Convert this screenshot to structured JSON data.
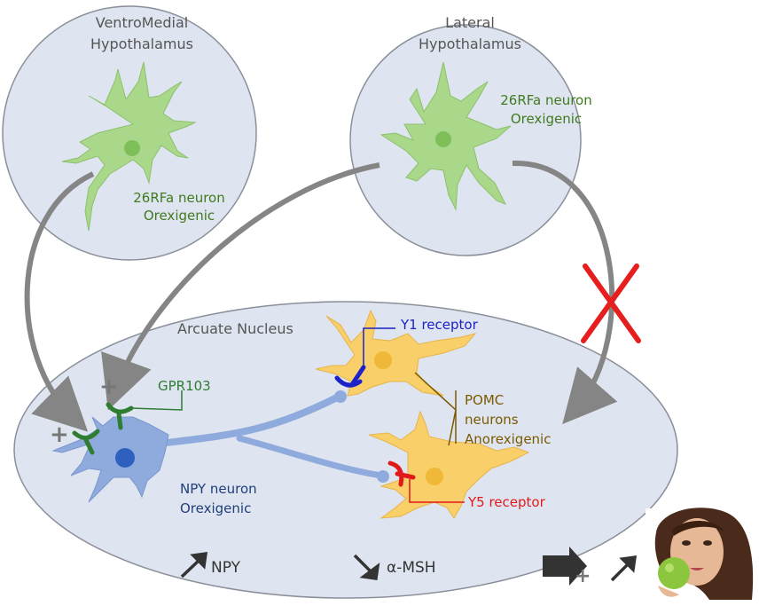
{
  "regions": {
    "vmh_line1": "VentroMedial",
    "vmh_line2": "Hypothalamus",
    "lh_line1": "Lateral",
    "lh_line2": "Hypothalamus",
    "arcuate": "Arcuate Nucleus"
  },
  "neurons": {
    "vmh_26rfa_line1": "26RFa neuron",
    "vmh_26rfa_line2": "Orexigenic",
    "lh_26rfa_line1": "26RFa neuron",
    "lh_26rfa_line2": "Orexigenic",
    "npy_line1": "NPY neuron",
    "npy_line2": "Orexigenic",
    "pomc_line1": "POMC",
    "pomc_line2": "neurons",
    "pomc_line3": "Anorexigenic"
  },
  "receptors": {
    "gpr103": "GPR103",
    "y1": "Y1 receptor",
    "y5": "Y5 receptor"
  },
  "effects": {
    "npy": "NPY",
    "msh": "α-MSH"
  },
  "symbols": {
    "plus": "+",
    "plus_left": "+",
    "plus_top": "+",
    "plus_arrow": "+"
  },
  "colors": {
    "green_neuron": "#a9d88a",
    "green_text": "#3f7a1e",
    "npy_neuron": "#8faadc",
    "pomc_neuron": "#f9cf6a",
    "y1_blue": "#1a22c8",
    "y5_red": "#e01a1a",
    "pomc_text": "#7a5a00",
    "region_fill": "#dfe5f0",
    "arrow_gray": "#858585"
  }
}
